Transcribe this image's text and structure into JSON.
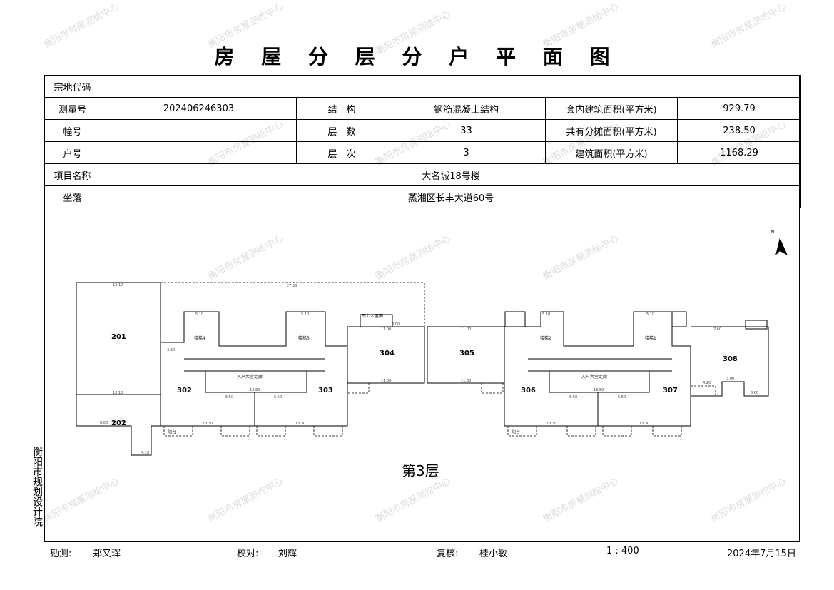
{
  "title": "房 屋 分 层 分 户 平 面 图",
  "info": {
    "parcel_code_label": "宗地代码",
    "parcel_code_value": "",
    "survey_no_label": "测量号",
    "survey_no_value": "202406246303",
    "building_no_label": "幢号",
    "building_no_value": "",
    "unit_no_label": "户号",
    "unit_no_value": "",
    "structure_label": "结　构",
    "structure_value": "钢筋混凝土结构",
    "floors_label": "层　数",
    "floors_value": "33",
    "floor_order_label": "层　次",
    "floor_order_value": "3",
    "inner_area_label": "套内建筑面积(平方米)",
    "inner_area_value": "929.79",
    "shared_area_label": "共有分摊面积(平方米)",
    "shared_area_value": "238.50",
    "total_area_label": "建筑面积(平方米)",
    "total_area_value": "1168.29",
    "project_name_label": "项目名称",
    "project_name_value": "大名城18号楼",
    "location_label": "坐落",
    "location_value": "蒸湘区长丰大道60号"
  },
  "plan": {
    "floor_label": "第3层",
    "north_mark": "N",
    "units": [
      "201",
      "202",
      "302",
      "303",
      "304",
      "305",
      "306",
      "307",
      "308"
    ],
    "dims": {
      "d201_top": "13.10",
      "d201_mid": "13.10",
      "d202_bot": "8.00",
      "d202_small": "4.10",
      "d_dash_top": "27.60",
      "d_left_long": "13.30",
      "d_left_long2": "13.30",
      "d_mid": "13.80",
      "d_650a": "6.50",
      "d_650b": "6.50",
      "d304_top": "11.00",
      "d304_bot": "11.00",
      "d305_top": "11.00",
      "d305_bot": "11.00",
      "d_right_long": "13.30",
      "d_right_long2": "13.30",
      "d_right_mid": "13.80",
      "d_right_650a": "6.50",
      "d_right_650b": "6.50",
      "d308_top": "7.60",
      "d308_300": "3.00",
      "d308_360": "3.60",
      "d308_420": "4.20",
      "d_510a": "5.10",
      "d_510b": "5.10",
      "d_510c": "5.10",
      "d_510d": "5.10",
      "d_800": "8.00",
      "d_330": "3.30"
    },
    "rooms": {
      "stair4": "楼梯4",
      "stair3": "楼梯3",
      "stair2": "楼梯2",
      "stair1": "楼梯1",
      "hall_left": "入户大堂走廊",
      "hall_right": "入户大堂走廊",
      "roof_304": "不上人屋面",
      "balcony": "阳台"
    }
  },
  "sidebar_text": "衡阳市规划设计院",
  "footer": {
    "surveyor_label": "勘测:",
    "surveyor_name": "郑又珲",
    "checker_label": "校对:",
    "checker_name": "刘辉",
    "reviewer_label": "复核:",
    "reviewer_name": "桂小敏",
    "scale": "1 : 400",
    "date": "2024年7月15日"
  },
  "watermark_text": "衡阳市房屋测绘中心"
}
